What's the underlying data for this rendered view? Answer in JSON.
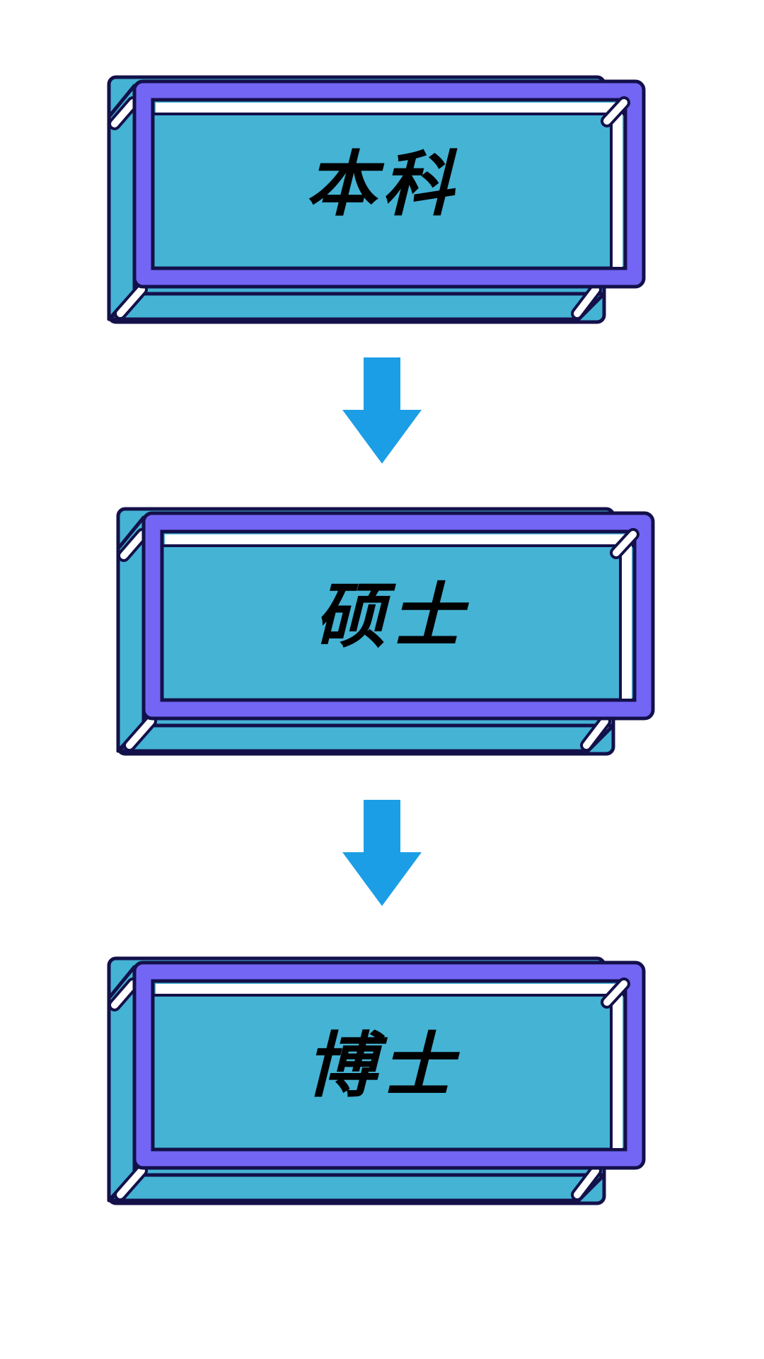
{
  "diagram": {
    "stages": [
      {
        "label": "本科"
      },
      {
        "label": "硕士"
      },
      {
        "label": "博士"
      }
    ],
    "connectors": [
      {
        "icon": "arrow-down-icon"
      },
      {
        "icon": "arrow-down-icon"
      }
    ],
    "colors": {
      "frame": "#7366f5",
      "face": "#45b3d4",
      "outline": "#13104a",
      "highlight": "#ffffff",
      "arrow": "#1c9ee6",
      "text": "#000000"
    }
  }
}
